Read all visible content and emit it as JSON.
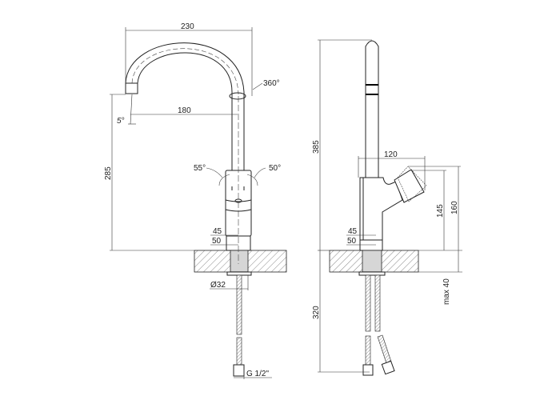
{
  "title": "Kitchen mixer tap technical drawing",
  "front_view": {
    "dim_width": "230",
    "dim_reach": "180",
    "dim_height": "285",
    "angle_spout": "5°",
    "angle_swivel": "360°",
    "angle_left": "55°",
    "angle_right": "50°",
    "dim_45": "45",
    "dim_50": "50",
    "dim_diameter": "Ø32",
    "dim_thread": "G 1/2\""
  },
  "side_view": {
    "dim_total_height": "385",
    "dim_handle_reach": "120",
    "dim_145": "145",
    "dim_160": "160",
    "dim_45": "45",
    "dim_50": "50",
    "dim_max_thickness": "max 40",
    "dim_hose": "320"
  }
}
